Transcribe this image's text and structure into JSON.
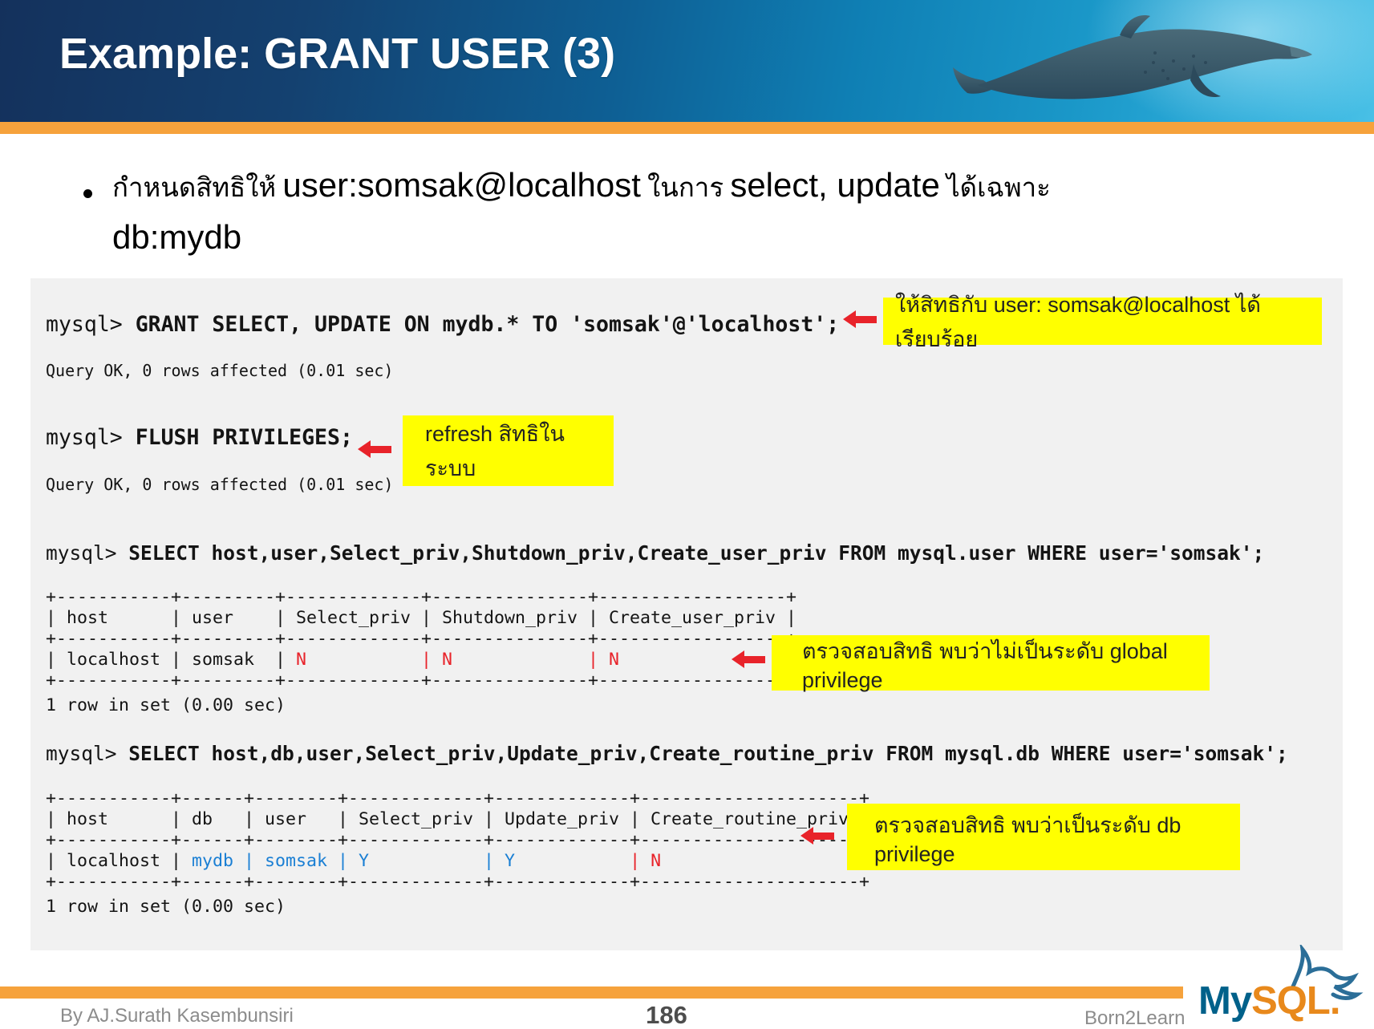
{
  "header": {
    "title": "Example: GRANT USER (3)"
  },
  "bullet": {
    "thai_1": "กำหนดสิทธิให้ ",
    "latin_1": "user:somsak@localhost",
    "thai_2": " ในการ ",
    "latin_2": "select, update",
    "thai_3": " ได้เฉพาะ",
    "line2": "db:mydb"
  },
  "terminal": {
    "prompt": "mysql> ",
    "cmd1": "GRANT SELECT, UPDATE ON mydb.* TO 'somsak'@'localhost';",
    "ok1": "Query OK, 0 rows affected (0.01 sec)",
    "cmd2": "FLUSH PRIVILEGES;",
    "ok2": "Query OK, 0 rows affected (0.01 sec)",
    "cmd3": "SELECT host,user,Select_priv,Shutdown_priv,Create_user_priv FROM mysql.user WHERE user='somsak';",
    "table1": {
      "border": "+-----------+---------+-------------+---------------+------------------+",
      "header": "| host      | user    | Select_priv | Shutdown_priv | Create_user_priv |",
      "row_pre": "| localhost | somsak  | ",
      "row_red": "N           | N             | N",
      "row_post": "                |",
      "footer": "1 row in set (0.00 sec)"
    },
    "cmd4": "SELECT host,db,user,Select_priv,Update_priv,Create_routine_priv FROM mysql.db WHERE user='somsak';",
    "table2": {
      "border": "+-----------+------+--------+-------------+-------------+---------------------+",
      "header": "| host      | db   | user   | Select_priv | Update_priv | Create_routine_priv |",
      "row_pre": "| localhost | ",
      "row_blue": "mydb | somsak | Y           | Y",
      "row_mid": "           ",
      "row_red": "| N",
      "row_post": "                   |",
      "footer": "1 row in set (0.00 sec)"
    }
  },
  "annotations": {
    "grant": "ให้สิทธิกับ user: somsak@localhost ได้เรียบร้อย",
    "flush": "refresh สิทธิในระบบ",
    "global_check": "ตรวจสอบสิทธิ พบว่าไม่เป็นระดับ global privilege",
    "db_check": "ตรวจสอบสิทธิ พบว่าเป็นระดับ db privilege"
  },
  "footer": {
    "author": "By AJ.Surath Kasembunsiri",
    "page": "186",
    "brand": "Born2Learn",
    "logo_my": "My",
    "logo_sql": "SQL",
    "logo_dot": "."
  },
  "colors": {
    "header_orange": "#f6a23c",
    "highlight_yellow": "#ffff00",
    "arrow_red": "#e8232a",
    "value_red": "#e8232a",
    "value_blue": "#1a7fd4",
    "terminal_bg": "#f1f1f1",
    "logo_teal": "#00618a",
    "logo_orange": "#e8891c"
  }
}
